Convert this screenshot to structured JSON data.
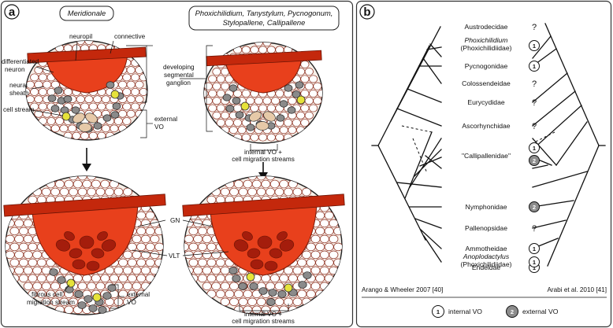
{
  "panel_a": {
    "letter": "a",
    "heading_left": "Meridionale",
    "heading_right_line1": "Phoxichilidium, Tanystylum, Pycnogonum,",
    "heading_right_line2": "Stylopallene, Callipallene",
    "labels": {
      "neuropil": "neuropil",
      "connective": "connective",
      "differentiated_1": "differentiated",
      "differentiated_2": "neuron",
      "neural_1": "neural",
      "neural_2": "sheath",
      "cell_stream": "cell stream",
      "developing_1": "developing",
      "developing_2": "segmental",
      "developing_3": "ganglion",
      "external_vo_1": "external",
      "external_vo_2": "VO",
      "internal_vo_1": "internal VO +",
      "internal_vo_2": "cell migration streams",
      "gn": "GN",
      "vlt": "VLT",
      "fibrous_1": "fibrous cell",
      "fibrous_2": "migration stream",
      "external_vo_b1": "external",
      "external_vo_b2": "VO",
      "internal_vo_b1": "internal VO +",
      "internal_vo_b2": "cell migration streams"
    }
  },
  "panel_b": {
    "letter": "b",
    "taxa": [
      {
        "name": "Austrodecidae",
        "marker": "?"
      },
      {
        "name": "Phoxichilidium",
        "name2": "(Phoxichilidiidae)",
        "marker": "1"
      },
      {
        "name": "Pycnogonidae",
        "marker": "1"
      },
      {
        "name": "Colossendeidae",
        "marker": "?"
      },
      {
        "name": "Eurycydidae",
        "marker": "?"
      },
      {
        "name": "Ascorhynchidae",
        "marker": "?"
      },
      {
        "name": "\"Callipallenidae\"",
        "marker": "1",
        "marker2": "2"
      },
      {
        "name": "Nymphonidae",
        "marker": "2"
      },
      {
        "name": "Pallenopsidae",
        "marker": "?"
      },
      {
        "name": "Ammotheidae",
        "marker": "1"
      },
      {
        "name": "Endeidae",
        "marker": "1"
      },
      {
        "name": "Anoplodactylus",
        "name2": "(Phoxichilidiidae)",
        "marker": "1"
      }
    ],
    "citation_left": "Arango & Wheeler 2007 [40]",
    "citation_right": "Arabi et al. 2010 [41]",
    "legend": {
      "internal_num": "1",
      "internal_label": "internal VO",
      "external_num": "2",
      "external_label": "external VO"
    }
  }
}
